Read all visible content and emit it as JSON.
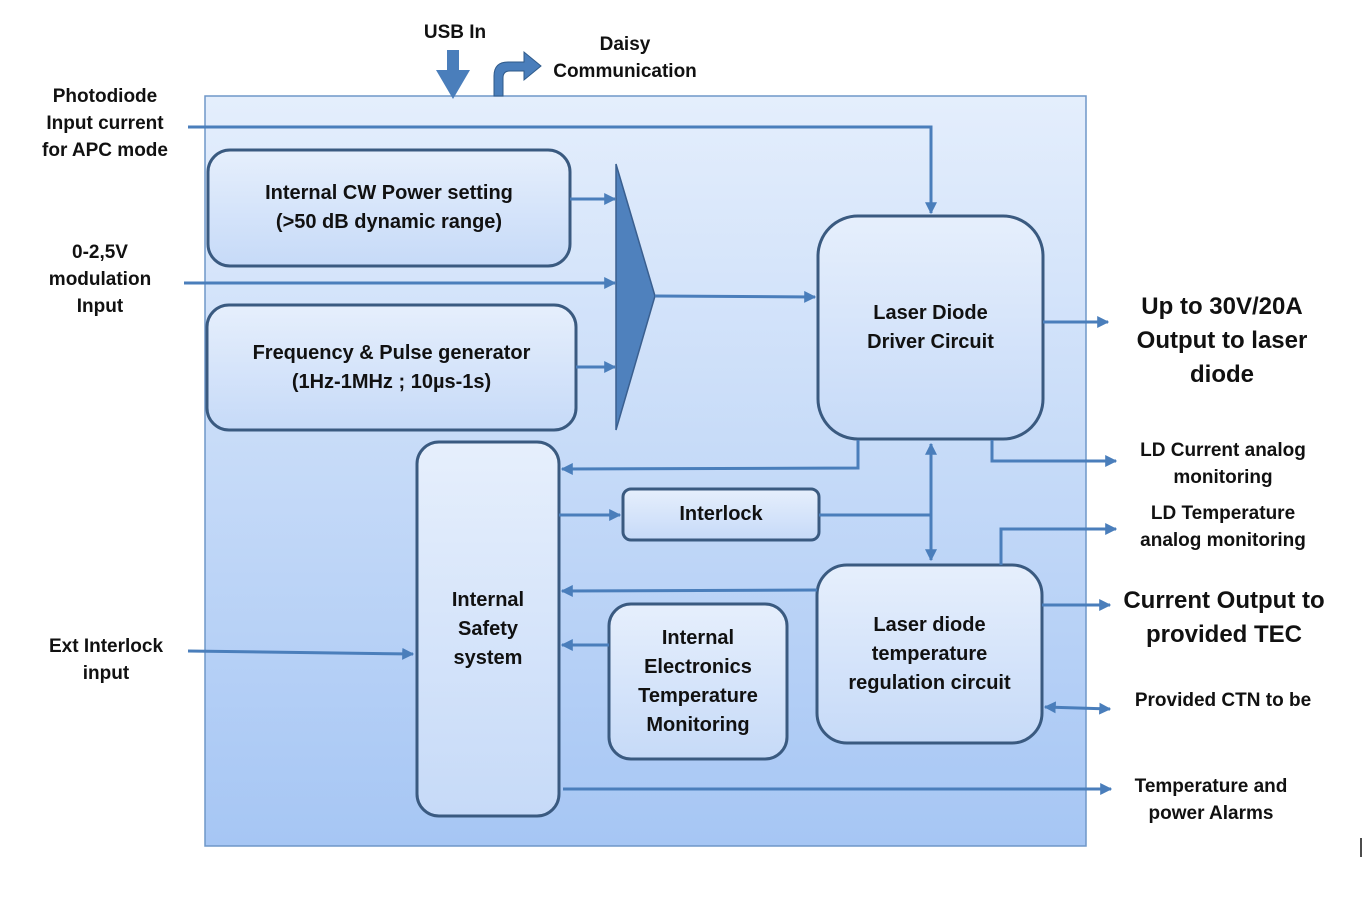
{
  "blocks": {
    "cw_power": [
      "Internal CW Power setting",
      "(>50 dB dynamic range)"
    ],
    "freq_pulse": [
      "Frequency & Pulse generator",
      "(1Hz-1MHz ; 10µs-1s)"
    ],
    "ld_driver": [
      "Laser Diode",
      "Driver Circuit"
    ],
    "safety": [
      "Internal",
      "Safety",
      "system"
    ],
    "interlock": [
      "Interlock"
    ],
    "elec_temp": [
      "Internal",
      "Electronics",
      "Temperature",
      "Monitoring"
    ],
    "temp_reg": [
      "Laser diode",
      "temperature",
      "regulation circuit"
    ]
  },
  "inputs": {
    "usb": [
      "USB In"
    ],
    "daisy": [
      "Daisy",
      "Communication"
    ],
    "photodiode": [
      "Photodiode",
      "Input current",
      "for APC mode"
    ],
    "modulation": [
      "0-2,5V",
      "modulation",
      "Input"
    ],
    "ext_interlock": [
      "Ext Interlock",
      "input"
    ]
  },
  "outputs": {
    "ld_output": [
      "Up to 30V/20A",
      "Output to laser",
      "diode"
    ],
    "ld_current_mon": [
      "LD Current analog",
      "monitoring"
    ],
    "ld_temp_mon": [
      "LD Temperature",
      "analog monitoring"
    ],
    "tec_output": [
      "Current Output to",
      "provided TEC"
    ],
    "ctn": [
      "Provided CTN to be"
    ],
    "alarms": [
      "Temperature and",
      "power Alarms"
    ]
  },
  "colors": {
    "arrow": "#4a7ebb",
    "box_border": "#3a5a80",
    "panel_top": "#e4eefc",
    "panel_bottom": "#a6c6f4",
    "combiner": "#4f81bd"
  }
}
